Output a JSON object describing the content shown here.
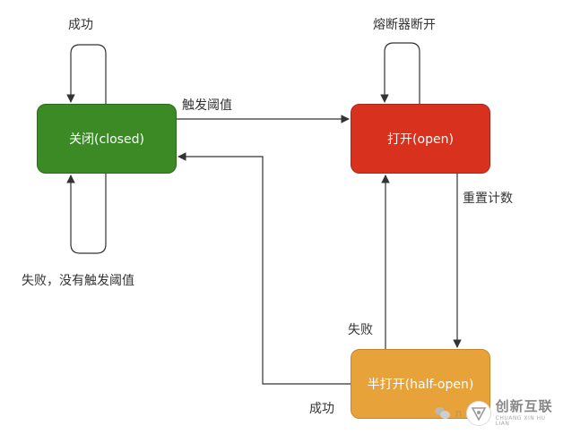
{
  "states": {
    "closed": "关闭(closed)",
    "open": "打开(open)",
    "half_open": "半打开(half-open)"
  },
  "transitions": {
    "closed_self_success": "成功",
    "closed_self_failure": "失败，没有触发阈值",
    "closed_to_open": "触发阈值",
    "open_self": "熔断器断开",
    "open_to_half_open": "重置计数",
    "half_open_to_open": "失败",
    "half_open_to_closed": "成功"
  },
  "watermark": {
    "partial_letter": "n",
    "brand_cn": "创新互联",
    "brand_en": "CHUANG XIN HU LIAN"
  },
  "colors": {
    "closed": "#3b8a26",
    "open": "#d8321f",
    "half_open": "#e8a23a",
    "line": "#333333"
  }
}
